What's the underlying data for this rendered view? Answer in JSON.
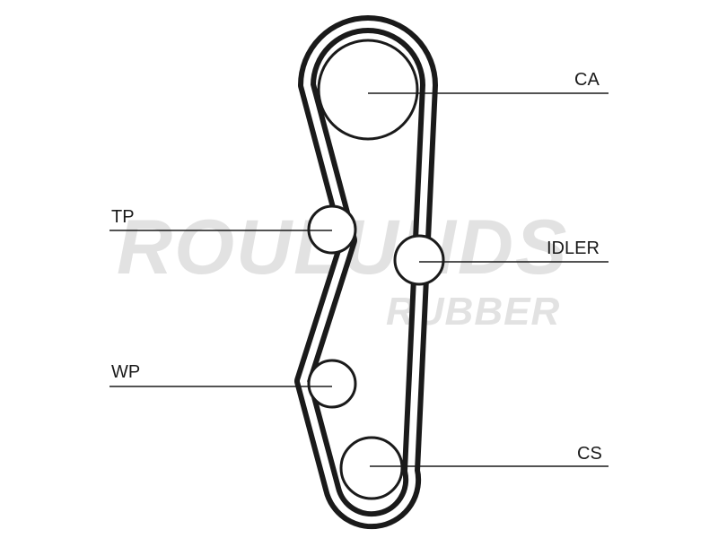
{
  "diagram": {
    "watermark": {
      "brand": "ROULUNDS",
      "sub": "RUBBER"
    },
    "labels": {
      "ca": "CA",
      "tp": "TP",
      "idler": "IDLER",
      "wp": "WP",
      "cs": "CS"
    },
    "colors": {
      "belt": "#1a1a1a",
      "watermark": "#e2e2e2",
      "line": "#1a1a1a"
    }
  }
}
